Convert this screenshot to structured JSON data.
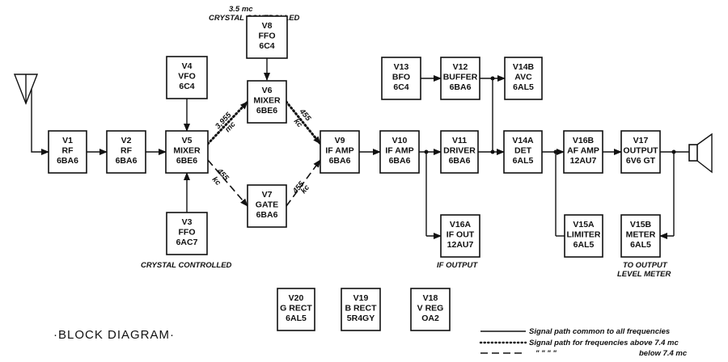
{
  "title": "·BLOCK DIAGRAM·",
  "blocks": [
    {
      "id": "v1",
      "lines": [
        "V1",
        "RF",
        "6BA6"
      ]
    },
    {
      "id": "v2",
      "lines": [
        "V2",
        "RF",
        "6BA6"
      ]
    },
    {
      "id": "v4",
      "lines": [
        "V4",
        "VFO",
        "6C4"
      ]
    },
    {
      "id": "v5",
      "lines": [
        "V5",
        "MIXER",
        "6BE6"
      ]
    },
    {
      "id": "v3",
      "lines": [
        "V3",
        "FFO",
        "6AC7"
      ]
    },
    {
      "id": "v8",
      "lines": [
        "V8",
        "FFO",
        "6C4"
      ]
    },
    {
      "id": "v6",
      "lines": [
        "V6",
        "MIXER",
        "6BE6"
      ]
    },
    {
      "id": "v7",
      "lines": [
        "V7",
        "GATE",
        "6BA6"
      ]
    },
    {
      "id": "v9",
      "lines": [
        "V9",
        "IF AMP",
        "6BA6"
      ]
    },
    {
      "id": "v10",
      "lines": [
        "V10",
        "IF AMP",
        "6BA6"
      ]
    },
    {
      "id": "v13",
      "lines": [
        "V13",
        "BFO",
        "6C4"
      ]
    },
    {
      "id": "v12",
      "lines": [
        "V12",
        "BUFFER",
        "6BA6"
      ]
    },
    {
      "id": "v14b",
      "lines": [
        "V14B",
        "AVC",
        "6AL5"
      ]
    },
    {
      "id": "v11",
      "lines": [
        "V11",
        "DRIVER",
        "6BA6"
      ]
    },
    {
      "id": "v16a",
      "lines": [
        "V16A",
        "IF OUT",
        "12AU7"
      ]
    },
    {
      "id": "v14a",
      "lines": [
        "V14A",
        "DET",
        "6AL5"
      ]
    },
    {
      "id": "v16b",
      "lines": [
        "V16B",
        "AF AMP",
        "12AU7"
      ]
    },
    {
      "id": "v15a",
      "lines": [
        "V15A",
        "LIMITER",
        "6AL5"
      ]
    },
    {
      "id": "v17",
      "lines": [
        "V17",
        "OUTPUT",
        "6V6 GT"
      ]
    },
    {
      "id": "v15b",
      "lines": [
        "V15B",
        "METER",
        "6AL5"
      ]
    },
    {
      "id": "v20",
      "lines": [
        "V20",
        "G RECT",
        "6AL5"
      ]
    },
    {
      "id": "v19",
      "lines": [
        "V19",
        "B RECT",
        "5R4GY"
      ]
    },
    {
      "id": "v18",
      "lines": [
        "V18",
        "V REG",
        "OA2"
      ]
    }
  ],
  "annotations": {
    "v8_freq": "3.5 mc",
    "v8_crystal": "CRYSTAL CONTROLLED",
    "v3_crystal": "CRYSTAL CONTROLLED",
    "if_output": "IF OUTPUT",
    "meter_line1": "TO OUTPUT",
    "meter_line2": "LEVEL METER",
    "path_3955": "3,955",
    "path_3955_unit": "mc",
    "path_455_a": "455",
    "path_455_a_unit": "kc",
    "path_455_b": "455",
    "path_455_b_unit": "kc",
    "path_455_c": "455",
    "path_455_c_unit": "kc"
  },
  "legend": [
    {
      "style": "solid",
      "text": "Signal path common to all frequencies"
    },
    {
      "style": "dotted",
      "text": "Signal path for frequencies above 7.4 mc"
    },
    {
      "style": "dashed",
      "text": "below 7.4 mc",
      "ditto": "\"     \"     \"     \""
    }
  ]
}
